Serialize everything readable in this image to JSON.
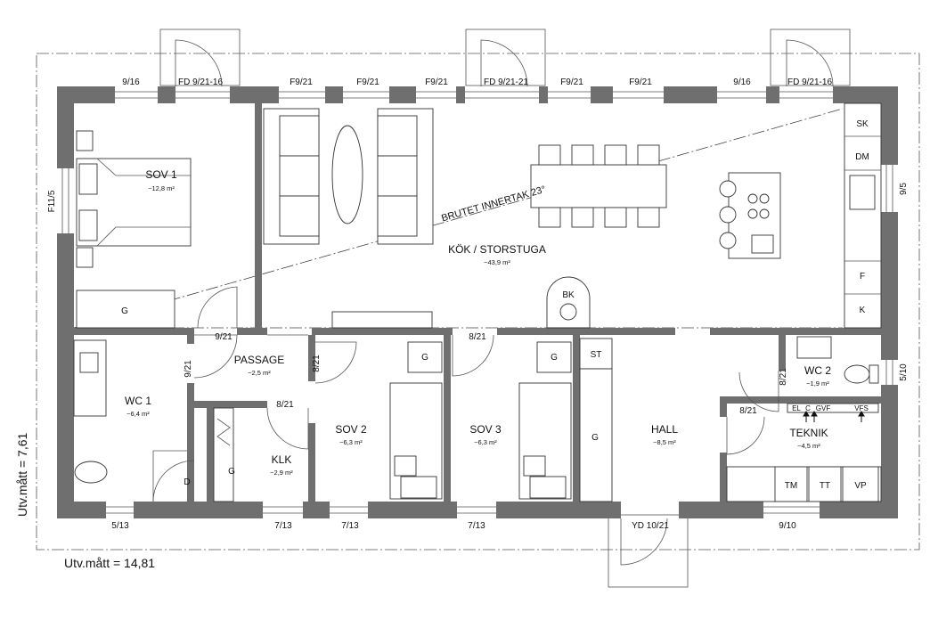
{
  "rooms": {
    "sov1": {
      "name": "SOV 1",
      "area": "~12,8 m²"
    },
    "kok": {
      "name": "KÖK / STORSTUGA",
      "area": "~43,9 m²"
    },
    "passage": {
      "name": "PASSAGE",
      "area": "~2,5 m²"
    },
    "wc1": {
      "name": "WC 1",
      "area": "~6,4 m²"
    },
    "klk": {
      "name": "KLK",
      "area": "~2,9 m²"
    },
    "sov2": {
      "name": "SOV 2",
      "area": "~6,3 m²"
    },
    "sov3": {
      "name": "SOV 3",
      "area": "~6,3 m²"
    },
    "hall": {
      "name": "HALL",
      "area": "~8,5 m²"
    },
    "wc2": {
      "name": "WC 2",
      "area": "~1,9 m²"
    },
    "teknik": {
      "name": "TEKNIK",
      "area": "~4,5 m²"
    }
  },
  "ceiling_note": "BRUTET INNERTAK 23°",
  "windows_top": [
    "9/16",
    "FD 9/21-16",
    "F9/21",
    "F9/21",
    "F9/21",
    "FD 9/21-21",
    "F9/21",
    "F9/21",
    "9/16",
    "FD 9/21-16"
  ],
  "windows_bottom": [
    "5/13",
    "7/13",
    "7/13",
    "7/13",
    "YD 10/21",
    "9/10"
  ],
  "windows_side": {
    "left": "F11/5",
    "right_upper": "9/5",
    "right_lower": "5/10"
  },
  "doors": {
    "passage_top": "9/21",
    "wc1_door": "9/21",
    "sov2_door": "8/21",
    "klk_door": "8/21",
    "sov3_door": "8/21",
    "wc2_door": "8/21",
    "teknik_door": "8/21"
  },
  "fixtures": {
    "sk": "SK",
    "dm": "DM",
    "f": "F",
    "k": "K",
    "bk": "BK",
    "st": "ST",
    "g_sov1": "G",
    "g_sov2": "G",
    "g_sov3": "G",
    "g_klk": "G",
    "g_hall": "G",
    "d": "D",
    "tm": "TM",
    "tt": "TT",
    "vp": "VP",
    "el": "EL",
    "c": "C",
    "gvf": "GVF",
    "vfs": "VFS"
  },
  "dimensions": {
    "width": "Utv.mått = 14,81",
    "height": "Utv.mått = 7,61"
  },
  "colors": {
    "wall": "#6f6f6f",
    "line": "#222222"
  }
}
